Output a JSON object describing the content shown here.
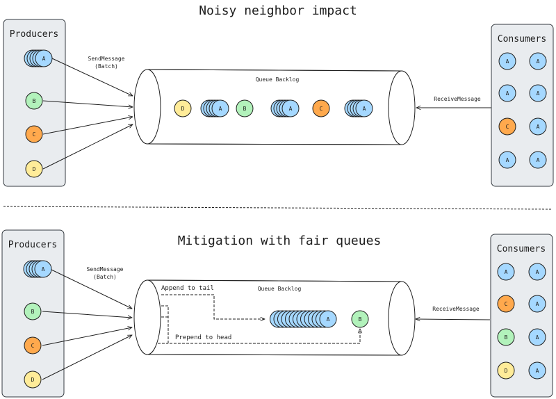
{
  "colors": {
    "A": "#a5d8ff",
    "B": "#b2f2bb",
    "C": "#ffa94d",
    "D": "#ffec99",
    "panel_bg": "#e9ecef",
    "stroke": "#1e1e1e"
  },
  "top": {
    "title": "Noisy neighbor impact",
    "producers": {
      "title": "Producers",
      "items": [
        {
          "label": "A",
          "stacked": true
        },
        {
          "label": "B",
          "stacked": false
        },
        {
          "label": "C",
          "stacked": false
        },
        {
          "label": "D",
          "stacked": false
        }
      ]
    },
    "send_label_line1": "SendMessage",
    "send_label_line2": "(Batch)",
    "queue": {
      "title": "Queue Backlog",
      "items": [
        {
          "label": "D",
          "stacked": false
        },
        {
          "label": "A",
          "stacked": true
        },
        {
          "label": "B",
          "stacked": false
        },
        {
          "label": "A",
          "stacked": true
        },
        {
          "label": "C",
          "stacked": false
        },
        {
          "label": "A",
          "stacked": true
        }
      ]
    },
    "receive_label": "ReceiveMessage",
    "consumers": {
      "title": "Consumers",
      "items": [
        "A",
        "A",
        "A",
        "A",
        "C",
        "A",
        "A",
        "A"
      ]
    }
  },
  "bottom": {
    "title": "Mitigation with fair queues",
    "producers": {
      "title": "Producers",
      "items": [
        {
          "label": "A",
          "stacked": true
        },
        {
          "label": "B",
          "stacked": false
        },
        {
          "label": "C",
          "stacked": false
        },
        {
          "label": "D",
          "stacked": false
        }
      ]
    },
    "send_label_line1": "SendMessage",
    "send_label_line2": "(Batch)",
    "queue": {
      "title": "Queue Backlog",
      "append_label": "Append to tail",
      "prepend_label": "Prepend to head",
      "items": [
        {
          "label": "A",
          "stacked": true,
          "long": true
        },
        {
          "label": "B",
          "stacked": false
        }
      ]
    },
    "receive_label": "ReceiveMessage",
    "consumers": {
      "title": "Consumers",
      "items": [
        "A",
        "A",
        "C",
        "A",
        "B",
        "A",
        "D",
        "A"
      ]
    }
  }
}
